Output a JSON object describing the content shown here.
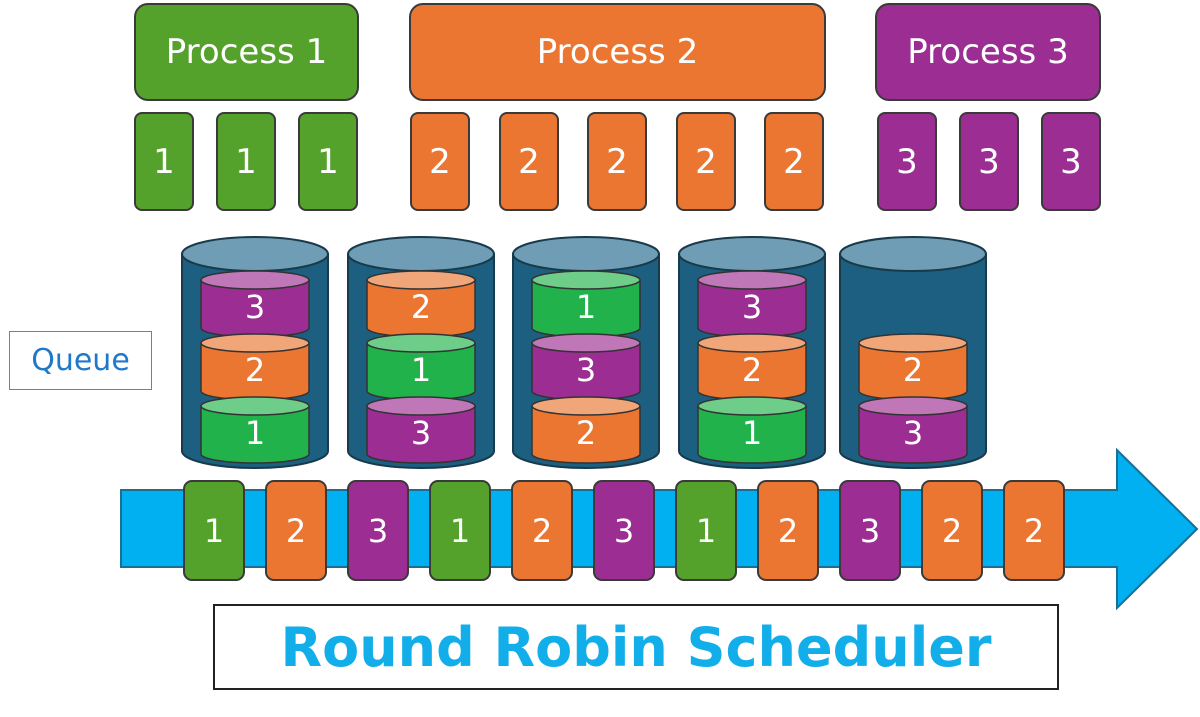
{
  "colors": {
    "p1": "#54a12c",
    "p2": "#ea7632",
    "p3": "#9c2d92",
    "queue_green": "#22b24b",
    "cylinder_body": "#1d5f80",
    "cylinder_top": "#6e9db5",
    "arrow": "#00b0f0",
    "title": "#12aeea"
  },
  "processes": [
    {
      "label": "Process 1",
      "color_key": "p1",
      "tasks": [
        "1",
        "1",
        "1"
      ]
    },
    {
      "label": "Process 2",
      "color_key": "p2",
      "tasks": [
        "2",
        "2",
        "2",
        "2",
        "2"
      ]
    },
    {
      "label": "Process 3",
      "color_key": "p3",
      "tasks": [
        "3",
        "3",
        "3"
      ]
    }
  ],
  "queue_label": "Queue",
  "queues": [
    [
      "3",
      "2",
      "1"
    ],
    [
      "2",
      "1",
      "3"
    ],
    [
      "1",
      "3",
      "2"
    ],
    [
      "3",
      "2",
      "1"
    ],
    [
      "2",
      "3"
    ]
  ],
  "timeline": [
    "1",
    "2",
    "3",
    "1",
    "2",
    "3",
    "1",
    "2",
    "3",
    "2",
    "2"
  ],
  "title": "Round Robin Scheduler"
}
